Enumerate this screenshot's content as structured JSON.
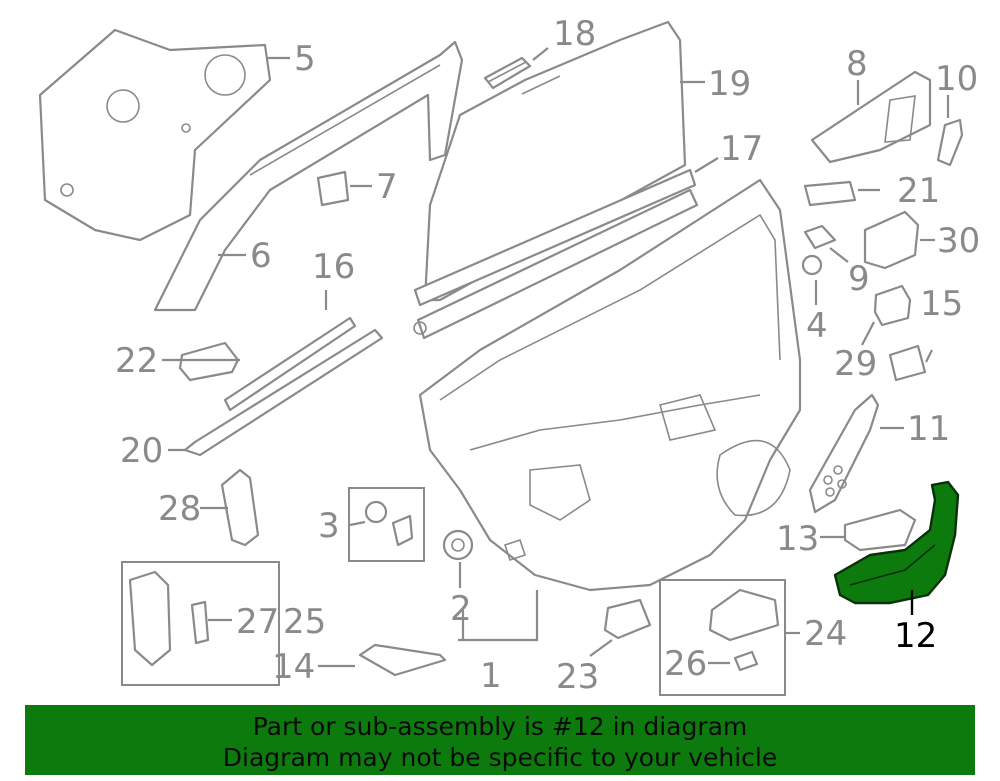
{
  "labels": [
    "1",
    "2",
    "3",
    "4",
    "5",
    "6",
    "7",
    "8",
    "9",
    "10",
    "11",
    "12",
    "13",
    "14",
    "15",
    "16",
    "17",
    "18",
    "19",
    "20",
    "21",
    "22",
    "23",
    "24",
    "25",
    "26",
    "27",
    "28",
    "29",
    "30"
  ],
  "highlighted_part": "12",
  "colors": {
    "highlight": "#0d7a0d",
    "banner": "#0d7a0d",
    "line": "#8a8a8a"
  },
  "banner": {
    "line1": "Part or sub-assembly is #12 in diagram",
    "line2": "Diagram may not be specific to your vehicle"
  }
}
